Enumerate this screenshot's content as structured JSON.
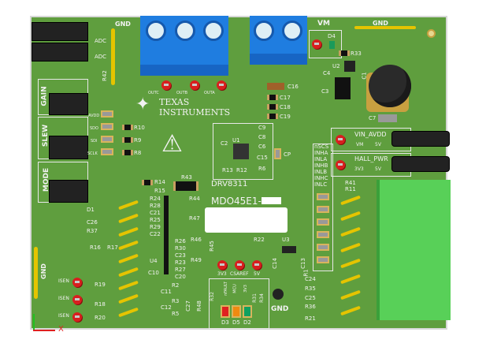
{
  "board": {
    "logo": {
      "line1": "TEXAS",
      "line2": "INSTRUMENTS"
    },
    "part_name": "DRV8311",
    "board_id": "MDO45E1-",
    "top_left": {
      "adc0": "ADC",
      "adc1": "ADC",
      "gnd": "GND",
      "r42": "R42"
    },
    "jumper_headers": [
      "GAIN",
      "SLEW",
      "MODE"
    ],
    "test_pads_left": [
      "AVDD",
      "SDO",
      "SDI",
      "SCLK"
    ],
    "resistors_left": [
      "R10",
      "R9",
      "R8"
    ],
    "outputs": [
      "OUTC",
      "OUTB",
      "OUTA"
    ],
    "power": {
      "vm": "VM",
      "gnd": "GND",
      "d4": "D4",
      "r33": "R33",
      "u2": "U2",
      "c4": "C4",
      "c3": "C3",
      "c7": "C7",
      "c1": "C1"
    },
    "caps_mid": [
      "C16",
      "C17",
      "C18",
      "C19"
    ],
    "u1_labels": [
      "U1",
      "C9",
      "C8",
      "C6",
      "C15",
      "R6",
      "C2",
      "R13",
      "R12",
      "CP"
    ],
    "vin_avdd": {
      "title": "VIN_AVDD",
      "a": "VM",
      "b": "5V"
    },
    "hall_pwr": {
      "title": "HALL_PWR",
      "a": "3V3",
      "b": "5V"
    },
    "inputs": [
      "nSCS",
      "INHA",
      "INLA",
      "INHB",
      "INLB",
      "INHC",
      "INLC"
    ],
    "right_r": [
      "R41",
      "R11"
    ],
    "mid_labels": [
      "R14",
      "R15",
      "R43",
      "R24",
      "R28",
      "C21",
      "R25",
      "R29",
      "C22",
      "R26",
      "R30",
      "C23",
      "R23",
      "R27",
      "C20",
      "R44",
      "R47",
      "R46",
      "R45",
      "R49",
      "U4",
      "C10",
      "R2",
      "C11",
      "R3",
      "C12",
      "R5",
      "C27",
      "R48"
    ],
    "left_labels": [
      "D1",
      "C26",
      "R37",
      "R16",
      "R17",
      "R19",
      "R18",
      "R20",
      "GND"
    ],
    "isen": [
      "ISEN",
      "ISEN",
      "ISEN"
    ],
    "test_points_bottom": [
      "3V3",
      "CSAREF",
      "5V"
    ],
    "leds": {
      "labels": [
        "nFAULT",
        "MCU",
        "3V3"
      ],
      "refs": [
        "D3",
        "D5",
        "D2"
      ],
      "colors": [
        "#e02020",
        "#f08a10",
        "#10a060"
      ],
      "r32": "R32",
      "r31": "R31",
      "r34": "R34"
    },
    "gnd_tp": "GND",
    "u3": {
      "r22": "R22",
      "u3": "U3",
      "c14": "C14",
      "c13": "C13",
      "r1": "R1"
    },
    "right_bottom": [
      "C24",
      "R35",
      "C25",
      "R36",
      "R21"
    ],
    "axis": {
      "x": "X"
    }
  }
}
